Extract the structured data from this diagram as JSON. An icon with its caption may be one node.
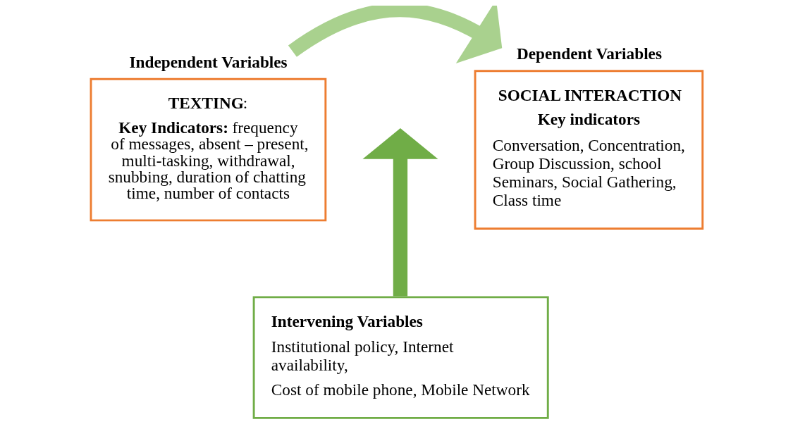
{
  "diagram": {
    "nodes": [
      {
        "text": [
          "Independent Variables",
          "**TEXTING**:",
          "**Key Indicators:** frequency of messages, absent – present, multi-tasking, withdrawal, snubbing, duration of chatting time, number of contacts"
        ]
      },
      {
        "text": [
          "Dependent Variables",
          "**SOCIAL INTERACTION**",
          "**Key indicators**",
          "Conversation, Concentration, Group Discussion, school Seminars, Social Gathering, Class time"
        ]
      },
      {
        "text": [
          "**Intervening Variables**",
          "Institutional policy, Internet availability,",
          "Cost of mobile phone, Mobile Network"
        ]
      }
    ],
    "edges": [
      {
        "from": 0,
        "to": 1,
        "arrow": "to",
        "color": "#a9d18e"
      },
      {
        "from": 2,
        "to": null,
        "arrow": "to",
        "color": "#70ad47"
      }
    ]
  }
}
